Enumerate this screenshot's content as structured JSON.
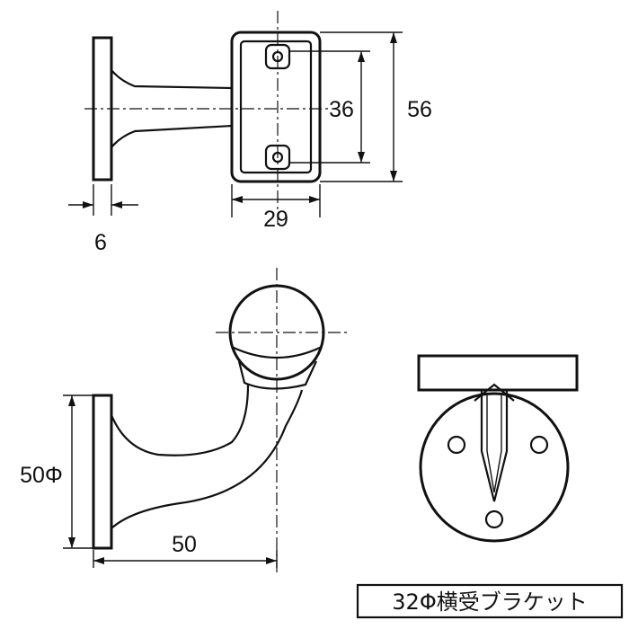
{
  "dimensions": {
    "flange_thickness": "6",
    "plate_width": "29",
    "hole_spacing": "36",
    "plate_height": "56",
    "flange_diameter": "50Φ",
    "projection": "50"
  },
  "caption": "32Φ横受ブラケット"
}
